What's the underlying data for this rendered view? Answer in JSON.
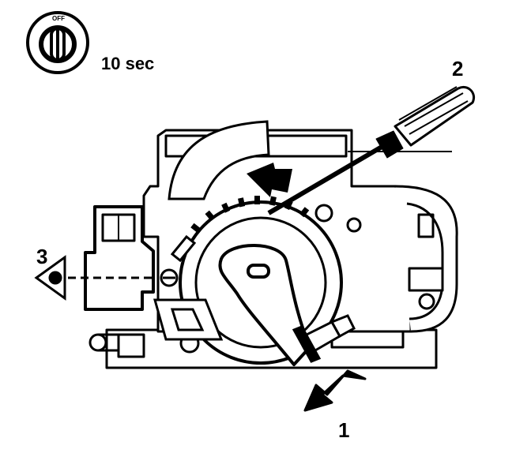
{
  "ignition": {
    "switch_label": "OFF",
    "duration": "10 sec"
  },
  "callouts": {
    "one": "1",
    "two": "2",
    "three": "3"
  },
  "colors": {
    "ink": "#000000",
    "paper": "#ffffff"
  }
}
